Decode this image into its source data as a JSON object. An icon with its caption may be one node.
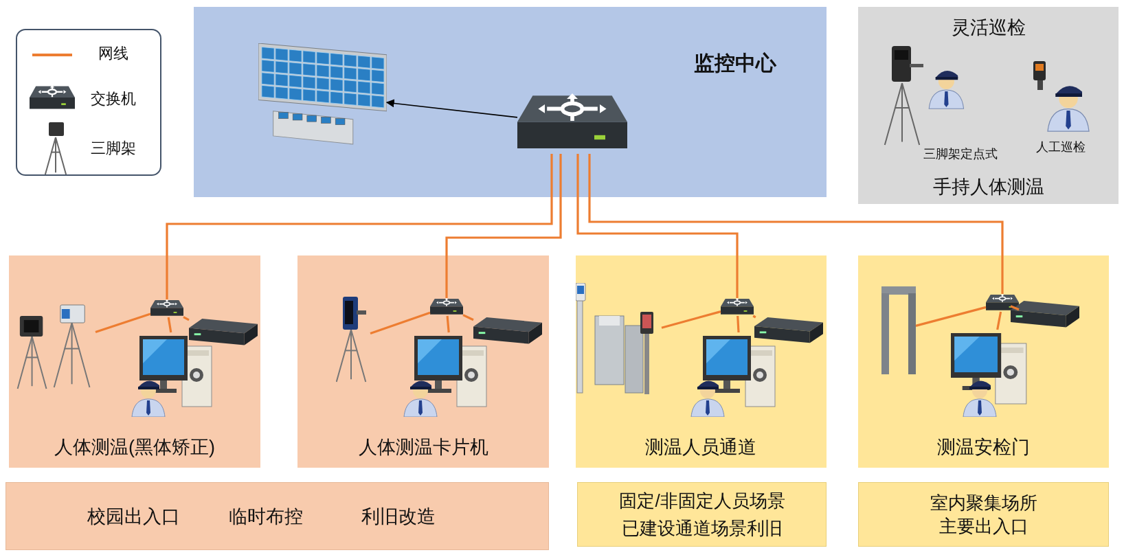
{
  "diagram": {
    "nodes": [
      {
        "text": [
          "监控中心"
        ]
      },
      {
        "text": [],
        "shape": "picture",
        "in": 0
      },
      {
        "text": [],
        "shape": "picture",
        "in": 0
      },
      {
        "text": [
          "灵活巡检",
          "手持人体测温"
        ]
      },
      {
        "text": [
          "三脚架定点式"
        ],
        "in": 3
      },
      {
        "text": [
          "人工巡检"
        ],
        "in": 3
      },
      {
        "text": [
          "人体测温(黑体矫正)"
        ]
      },
      {
        "text": [],
        "shape": "picture",
        "in": 6
      },
      {
        "text": [],
        "shape": "picture",
        "in": 6
      },
      {
        "text": [],
        "shape": "picture",
        "in": 6
      },
      {
        "text": [],
        "shape": "picture",
        "in": 6
      },
      {
        "text": [
          "人体测温卡片机"
        ]
      },
      {
        "text": [],
        "shape": "picture",
        "in": 11
      },
      {
        "text": [],
        "shape": "picture",
        "in": 11
      },
      {
        "text": [],
        "shape": "picture",
        "in": 11
      },
      {
        "text": [],
        "shape": "picture",
        "in": 11
      },
      {
        "text": [
          "测温人员通道"
        ]
      },
      {
        "text": [],
        "shape": "picture",
        "in": 16
      },
      {
        "text": [],
        "shape": "picture",
        "in": 16
      },
      {
        "text": [],
        "shape": "picture",
        "in": 16
      },
      {
        "text": [],
        "shape": "picture",
        "in": 16
      },
      {
        "text": [
          "测温安检门"
        ]
      },
      {
        "text": [],
        "shape": "picture",
        "in": 21
      },
      {
        "text": [],
        "shape": "picture",
        "in": 21
      },
      {
        "text": [],
        "shape": "picture",
        "in": 21
      },
      {
        "text": [],
        "shape": "picture",
        "in": 21
      },
      {
        "text": [
          "校园出入口",
          "临时布控",
          "利旧改造"
        ]
      },
      {
        "text": [
          "固定/非固定人员场景",
          "已建设通道场景利旧"
        ]
      },
      {
        "text": [
          "室内聚集场所主要出入口"
        ]
      }
    ],
    "edges": [
      {
        "from": 2,
        "to": 1,
        "arrow": "to",
        "color": "#000000"
      },
      {
        "from": 2,
        "to": 7,
        "arrow": "none"
      },
      {
        "from": 2,
        "to": 12,
        "arrow": "none"
      },
      {
        "from": 2,
        "to": 17,
        "arrow": "none"
      },
      {
        "from": 2,
        "to": 22,
        "arrow": "none"
      },
      {
        "from": 7,
        "to": 8,
        "arrow": "none"
      },
      {
        "from": 7,
        "to": 9,
        "arrow": "none"
      },
      {
        "from": 7,
        "to": 10,
        "arrow": "none"
      },
      {
        "from": 12,
        "to": 13,
        "arrow": "none"
      },
      {
        "from": 12,
        "to": 14,
        "arrow": "none"
      },
      {
        "from": 12,
        "to": 15,
        "arrow": "none"
      },
      {
        "from": 17,
        "to": 18,
        "arrow": "none"
      },
      {
        "from": 17,
        "to": 19,
        "arrow": "none"
      },
      {
        "from": 17,
        "to": 20,
        "arrow": "none"
      },
      {
        "from": 22,
        "to": 23,
        "arrow": "none"
      },
      {
        "from": 22,
        "to": 24,
        "arrow": "none"
      },
      {
        "from": 22,
        "to": 25,
        "arrow": "none"
      }
    ],
    "legend": [
      {
        "text": "网线"
      },
      {
        "text": "交换机"
      },
      {
        "text": "三脚架"
      }
    ]
  }
}
